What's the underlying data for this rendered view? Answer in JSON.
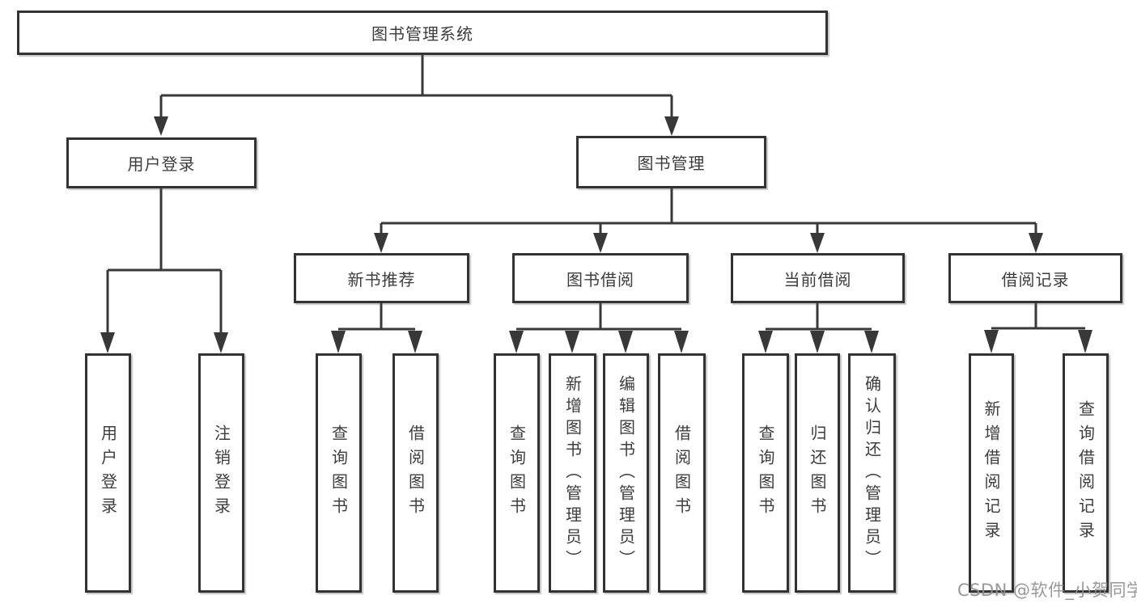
{
  "tree": {
    "root": {
      "label": "图书管理系统"
    },
    "branches": [
      {
        "label": "用户登录",
        "children": [
          {
            "label": "用户登录"
          },
          {
            "label": "注销登录"
          }
        ]
      },
      {
        "label": "图书管理",
        "children": [
          {
            "label": "新书推荐",
            "children": [
              {
                "label": "查询图书"
              },
              {
                "label": "借阅图书"
              }
            ]
          },
          {
            "label": "图书借阅",
            "children": [
              {
                "label": "查询图书"
              },
              {
                "label": "新增图书（管理员）"
              },
              {
                "label": "编辑图书（管理员）"
              },
              {
                "label": "借阅图书"
              }
            ]
          },
          {
            "label": "当前借阅",
            "children": [
              {
                "label": "查询图书"
              },
              {
                "label": "归还图书"
              },
              {
                "label": "确认归还（管理员）"
              }
            ]
          },
          {
            "label": "借阅记录",
            "children": [
              {
                "label": "新增借阅记录"
              },
              {
                "label": "查询借阅记录"
              }
            ]
          }
        ]
      }
    ]
  },
  "watermark": {
    "text": "CSDN @软件_小贺同学"
  },
  "colors": {
    "line": "#383838",
    "box_border": "#333333",
    "text": "#3d3d3d",
    "background": "#ffffff",
    "watermark": "#8f8f8f"
  }
}
